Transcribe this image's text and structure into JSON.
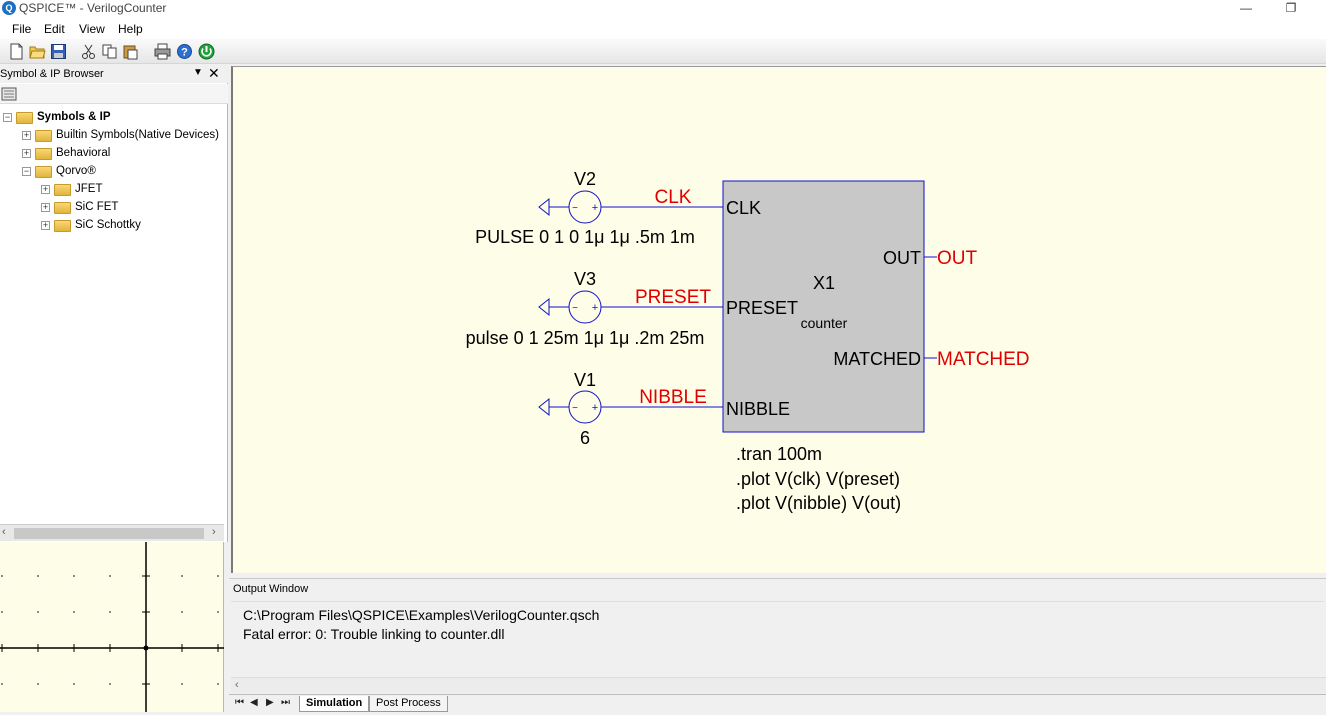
{
  "window": {
    "title": "QSPICE™ - VerilogCounter",
    "app_icon": "qspice-logo-icon",
    "minimize": "—",
    "restore": "❐"
  },
  "menu": [
    "File",
    "Edit",
    "View",
    "Help"
  ],
  "toolbar_icons": [
    "new-file-icon",
    "open-folder-icon",
    "save-icon",
    "cut-icon",
    "copy-icon",
    "paste-icon",
    "print-icon",
    "help-icon",
    "run-icon"
  ],
  "browser": {
    "title": "Symbol & IP Browser",
    "dropdown": "▼",
    "close": "✕",
    "tree": [
      {
        "label": "Symbols & IP",
        "bold": true,
        "exp": "−"
      },
      {
        "label": "Builtin Symbols(Native Devices)",
        "exp": "+"
      },
      {
        "label": "Behavioral",
        "exp": "+"
      },
      {
        "label": "Qorvo®",
        "exp": "−"
      },
      {
        "label": "JFET",
        "exp": "+"
      },
      {
        "label": "SiC FET",
        "exp": "+"
      },
      {
        "label": "SiC Schottky",
        "exp": "+"
      }
    ]
  },
  "schematic": {
    "sources": [
      {
        "name": "V2",
        "value": "PULSE 0 1 0 1μ 1μ .5m 1m",
        "net": "CLK",
        "pin": "CLK"
      },
      {
        "name": "V3",
        "value": "pulse 0 1 25m 1μ 1μ .2m 25m",
        "net": "PRESET",
        "pin": "PRESET"
      },
      {
        "name": "V1",
        "value": "6",
        "net": "NIBBLE",
        "pin": "NIBBLE"
      }
    ],
    "block": {
      "ref": "X1",
      "model": "counter",
      "outputs": [
        {
          "pin": "OUT",
          "net": "OUT"
        },
        {
          "pin": "MATCHED",
          "net": "MATCHED"
        }
      ]
    },
    "directives": [
      ".tran 100m",
      ".plot V(clk) V(preset)",
      ".plot V(nibble) V(out)"
    ],
    "colors": {
      "wire": "#1010c8",
      "net_label": "#e00000",
      "block_fill": "#c8c8c8",
      "background": "#fefde8"
    }
  },
  "output": {
    "title": "Output Window",
    "lines": [
      "C:\\Program Files\\QSPICE\\Examples\\VerilogCounter.qsch",
      "Fatal error: 0: Trouble linking to counter.dll"
    ]
  },
  "tabs": {
    "nav": [
      "⏮",
      "◀",
      "▶",
      "⏭"
    ],
    "items": [
      "Simulation",
      "Post Process"
    ],
    "active": "Simulation"
  }
}
